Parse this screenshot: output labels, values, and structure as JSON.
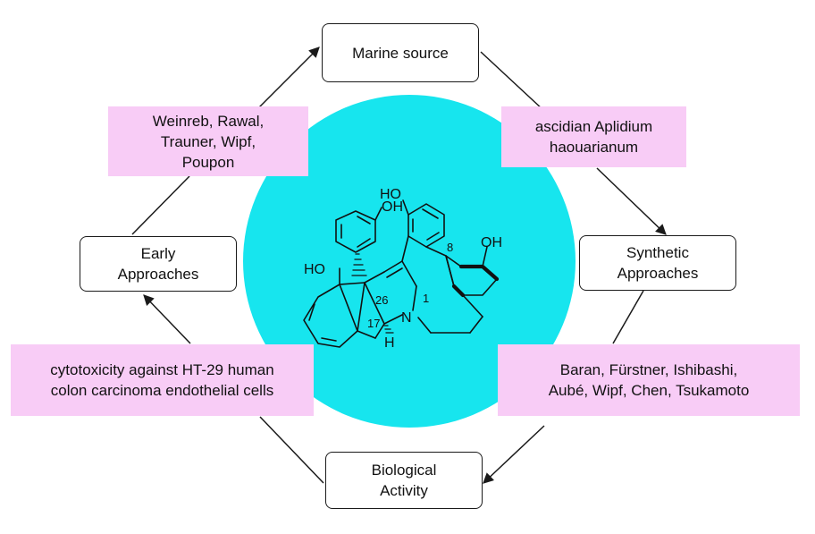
{
  "colors": {
    "circle": "#17E5EE",
    "note_bg": "#F8CCF6",
    "line": "#1a1a1a"
  },
  "nodes": {
    "marine_source": "Marine source",
    "synthetic_approaches": "Synthetic\nApproaches",
    "biological_activity": "Biological\nActivity",
    "early_approaches": "Early\nApproaches"
  },
  "notes": {
    "source_organism": "ascidian Aplidium\nhaouarianum",
    "synthetic_groups": "Baran, Fürstner, Ishibashi,\nAubé, Wipf, Chen, Tsukamoto",
    "bioactivity": "cytotoxicity against HT-29 human\ncolon carcinoma endothelial cells",
    "early_groups": "Weinreb, Rawal,\nTrauner, Wipf,\nPoupon"
  },
  "molecule": {
    "labels": {
      "oh_top": "HO",
      "oh_upper_phenol": "OH",
      "oh_right": "OH",
      "oh_left": "HO",
      "nitrogen": "N",
      "hydrogen": "H",
      "c26": "26",
      "c17": "17",
      "c1": "1",
      "c8": "8"
    }
  }
}
